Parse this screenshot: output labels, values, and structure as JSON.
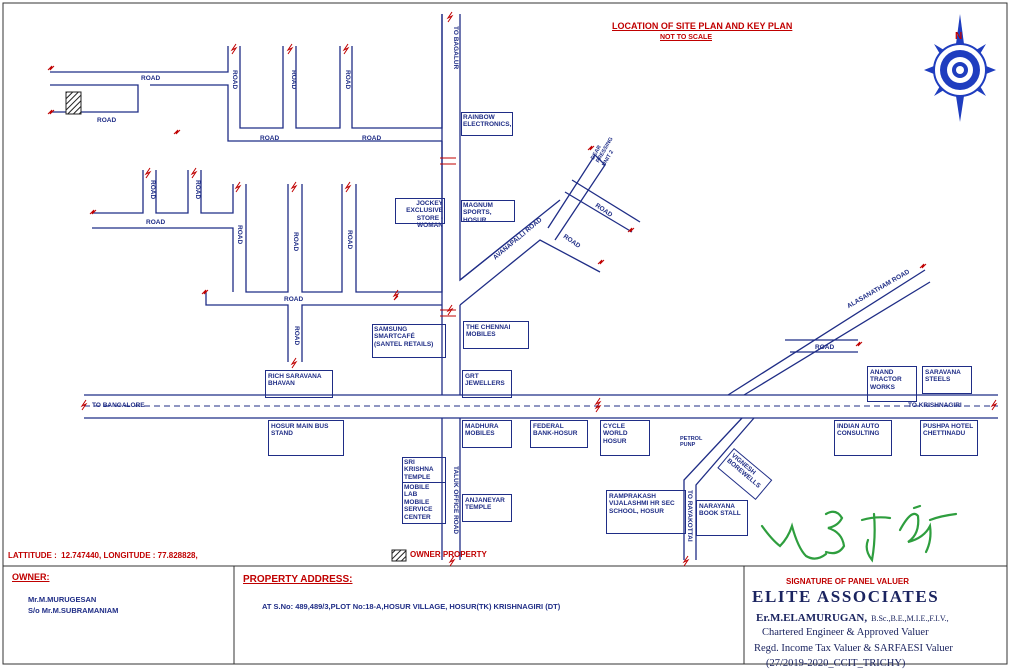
{
  "title": "LOCATION OF SITE PLAN AND KEY PLAN",
  "subtitle": "NOT TO SCALE",
  "compass_letter": "N",
  "road_label": "ROAD",
  "directions": {
    "to_bagalur": "TO BAGALUR",
    "to_bangalore": "TO BANGALORE",
    "to_krishnagiri": "TO KRISHNAGIRI",
    "taluk_office_road": "TALUK OFFICE ROAD",
    "to_rayakottai": "TO RAYAKOTTAI",
    "avanapalli_road": "AVANAPALLI ROAD",
    "alasanatham_road": "ALASANATHAM ROAD",
    "dear_pressing": "DEAR PRESSING UNIT 2"
  },
  "landmarks": {
    "rainbow": "RAINBOW ELECTRONICS,",
    "jockey": "JOCKEY EXCLUSIVE STORE - WOMAN",
    "magnum": "MAGNUM SPORTS, HOSUR",
    "samsung": "SAMSUNG SMARTCAFÉ (SANTEL RETAILS)",
    "chennai_mobiles": "THE CHENNAI MOBILES",
    "rich_saravana": "RICH SARAVANA BHAVAN",
    "grt": "GRT JEWELLERS",
    "bus_stand": "HOSUR MAIN BUS STAND",
    "madhura": "MADHURA MOBILES",
    "federal": "FEDERAL BANK-HOSUR",
    "cycle_world": "CYCLE WORLD HOSUR",
    "petrol_pump": "PETROL PUNP",
    "vignesh": "VIGNESH BOREWELLS",
    "anand": "ANAND TRACTOR WORKS",
    "saravana_steels": "SARAVANA STEELS",
    "indian_auto": "INDIAN AUTO CONSULTING",
    "pushpa": "PUSHPA HOTEL CHETTINADU",
    "sri_krishna": "SRI KRISHNA TEMPLE",
    "mobile_lab": "MOBILE LAB MOBILE SERVICE CENTER",
    "anjaneyar": "ANJANEYAR TEMPLE",
    "ramprakash": "RAMPRAKASH VIJALASHMI HR SEC SCHOOL, HOSUR",
    "narayana": "NARAYANA BOOK STALL"
  },
  "coordinates": "LATTITUDE :  12.747440, LONGITUDE : 77.828828,",
  "owner_property_legend": "OWNER PROPERTY",
  "owner": {
    "heading": "OWNER:",
    "name": "Mr.M.MURUGESAN",
    "relation": "S/o Mr.M.SUBRAMANIAM"
  },
  "property_address": {
    "heading": "PROPERTY ADDRESS:",
    "text": "AT S.No: 489,489/3,PLOT No:18-A,HOSUR VILLAGE, HOSUR(TK) KRISHNAGIRI (DT)"
  },
  "valuer": {
    "signature_label": "SIGNATURE OF PANEL VALUER",
    "firm": "ELITE ASSOCIATES",
    "name": "Er.M.ELAMURUGAN,",
    "degrees": "B.Sc.,B.E.,M.I.E.,F.I.V.,",
    "line1": "Chartered Engineer & Approved Valuer",
    "line2": "Regd. Income Tax Valuer & SARFAESI Valuer",
    "line3": "(27/2019-2020_CCIT_TRICHY)"
  },
  "colors": {
    "road": "#1f2d86",
    "accent_red": "#c00000",
    "signature_green": "#2e9e3e"
  }
}
